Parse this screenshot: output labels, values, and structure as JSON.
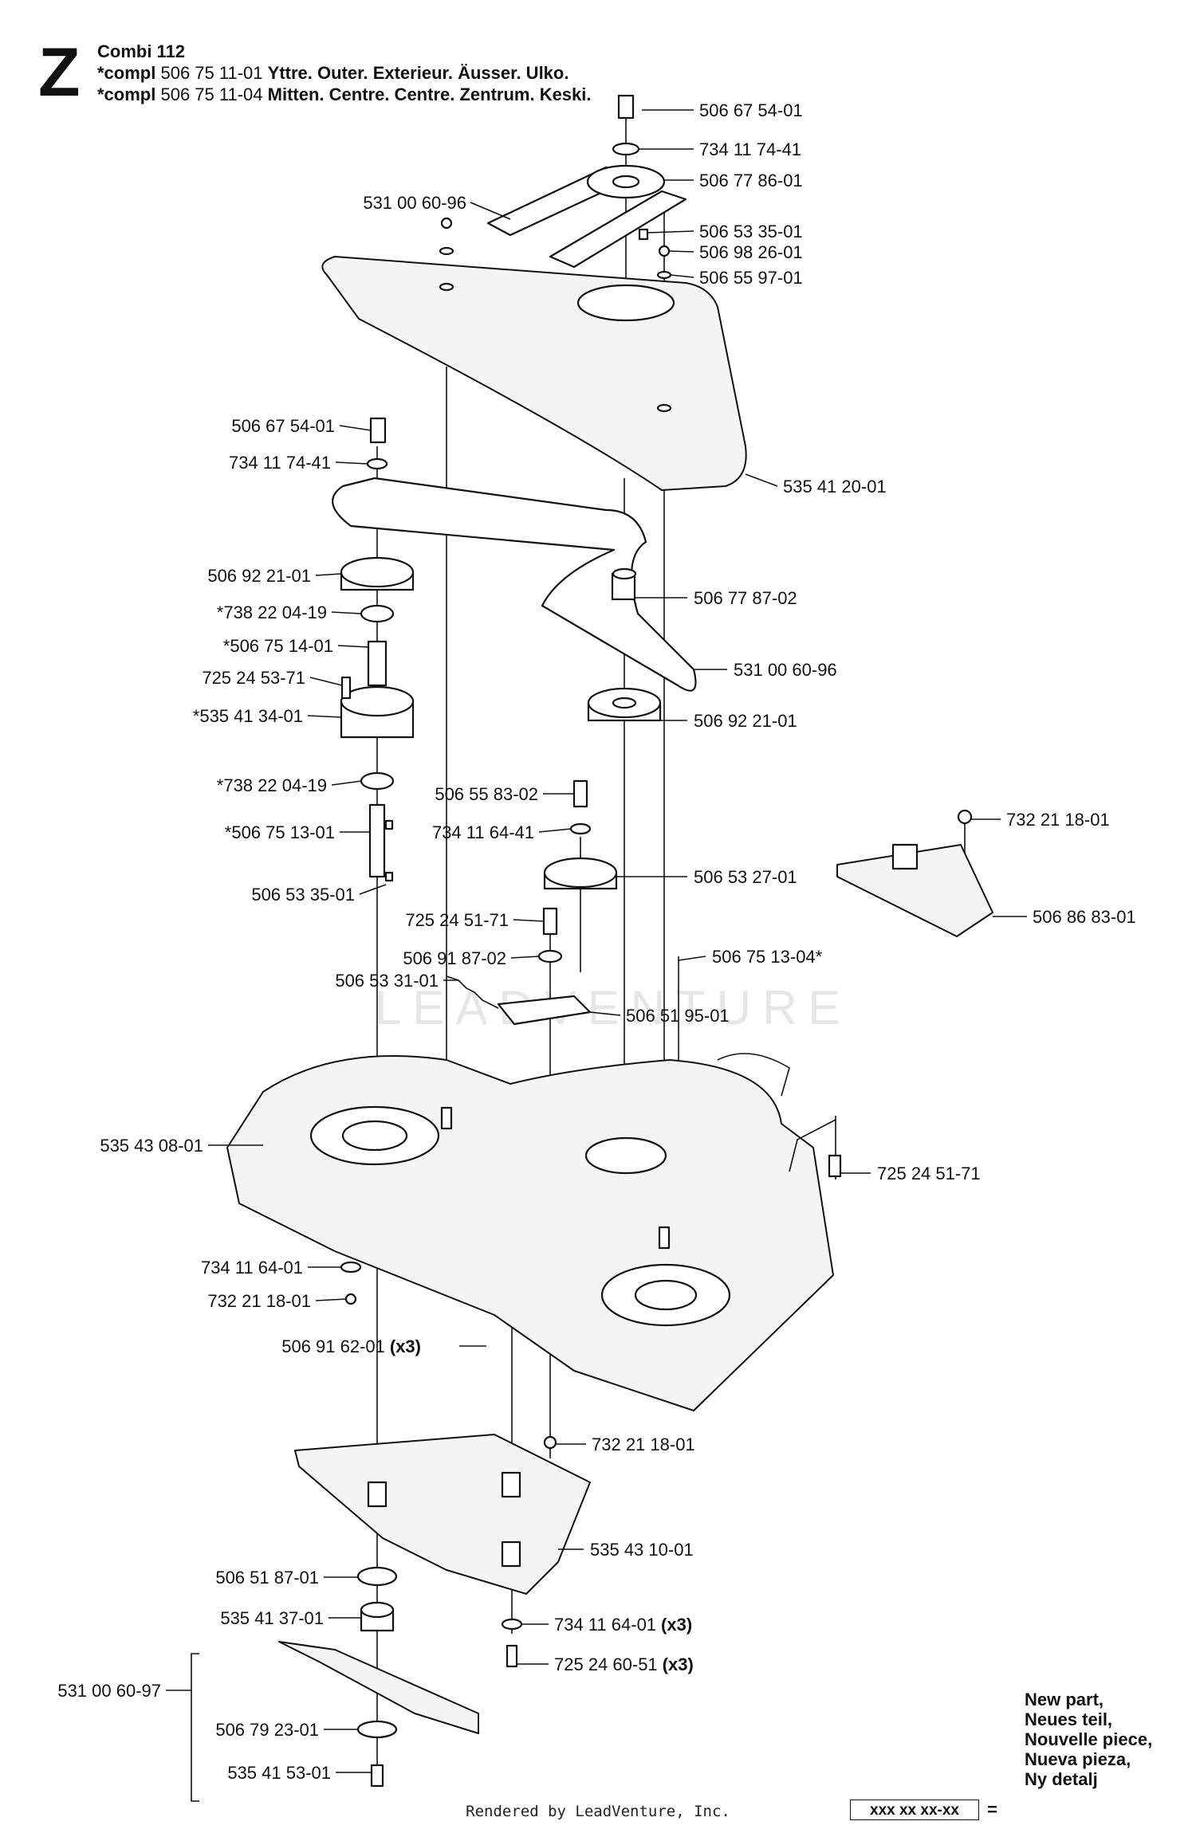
{
  "header": {
    "section_letter": "Z",
    "model": "Combi 112",
    "compl_prefix": "*compl",
    "lines": [
      {
        "part": "506 75 11-01",
        "desc": "Yttre. Outer. Exterieur. Äusser. Ulko."
      },
      {
        "part": "506 75 11-04",
        "desc": "Mitten. Centre. Centre. Zentrum. Keski."
      }
    ]
  },
  "parts": [
    {
      "label": "506 67 54-01"
    },
    {
      "label": "734 11 74-41"
    },
    {
      "label": "506 77 86-01"
    },
    {
      "label": "531 00 60-96"
    },
    {
      "label": "506 53 35-01"
    },
    {
      "label": "506 98 26-01"
    },
    {
      "label": "506 55 97-01"
    },
    {
      "label": "506 67 54-01"
    },
    {
      "label": "734 11 74-41"
    },
    {
      "label": "535 41 20-01"
    },
    {
      "label": "506 92 21-01"
    },
    {
      "label": "506 77 87-02"
    },
    {
      "label": "*738 22 04-19"
    },
    {
      "label": "*506 75 14-01"
    },
    {
      "label": "531 00 60-96"
    },
    {
      "label": "725 24 53-71"
    },
    {
      "label": "*535 41 34-01"
    },
    {
      "label": "506 92 21-01"
    },
    {
      "label": "*738 22 04-19"
    },
    {
      "label": "506 55 83-02"
    },
    {
      "label": "732 21 18-01"
    },
    {
      "label": "*506 75 13-01"
    },
    {
      "label": "734 11 64-41"
    },
    {
      "label": "506 53 27-01"
    },
    {
      "label": "506 53 35-01"
    },
    {
      "label": "506 86 83-01"
    },
    {
      "label": "725 24 51-71"
    },
    {
      "label": "506 91 87-02"
    },
    {
      "label": "506 75 13-04*"
    },
    {
      "label": "506 53 31-01"
    },
    {
      "label": "506 51 95-01"
    },
    {
      "label": "535 43 08-01"
    },
    {
      "label": "725 24 51-71"
    },
    {
      "label": "734 11 64-01"
    },
    {
      "label": "732 21 18-01"
    },
    {
      "label": "506 91 62-01",
      "qty": "(x3)"
    },
    {
      "label": "732 21 18-01"
    },
    {
      "label": "535 43 10-01"
    },
    {
      "label": "506 51 87-01"
    },
    {
      "label": "535 41 37-01"
    },
    {
      "label": "734 11 64-01",
      "qty": "(x3)"
    },
    {
      "label": "725 24 60-51",
      "qty": "(x3)"
    },
    {
      "label": "531 00 60-97"
    },
    {
      "label": "506 79 23-01"
    },
    {
      "label": "535 41 53-01"
    }
  ],
  "legend": {
    "lines": [
      "New part,",
      "Neues teil,",
      "Nouvelle piece,",
      "Nueva pieza,",
      "Ny detalj"
    ],
    "box_text": "xxx xx xx-xx",
    "equals": "="
  },
  "watermark": "LEADVENTURE",
  "footer": "Rendered by LeadVenture, Inc."
}
